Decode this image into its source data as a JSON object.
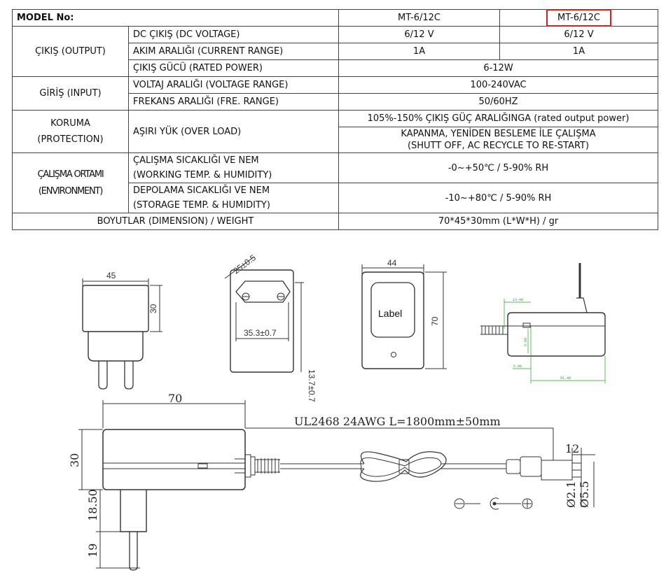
{
  "table": {
    "model_label": "MODEL No:",
    "model_a": "MT-6/12C",
    "model_b": "MT-6/12C",
    "output": {
      "group": "ÇIKIŞ (OUTPUT)",
      "dc_voltage": {
        "label": "DC ÇIKIŞ (DC VOLTAGE)",
        "a": "6/12 V",
        "b": "6/12 V"
      },
      "current": {
        "label": "AKIM ARALIĞI (CURRENT RANGE)",
        "a": "1A",
        "b": "1A"
      },
      "power": {
        "label": "ÇIKIŞ GÜCÜ (RATED POWER)",
        "value": "6-12W"
      }
    },
    "input": {
      "group": "GİRİŞ (INPUT)",
      "voltage": {
        "label": "VOLTAJ ARALIĞI (VOLTAGE RANGE)",
        "value": "100-240VAC"
      },
      "freq": {
        "label": "FREKANS ARALIĞI (FRE. RANGE)",
        "value": "50/60HZ"
      }
    },
    "protection": {
      "group_line1": "KORUMA",
      "group_line2": "(PROTECTION)",
      "label": "AŞIRI YÜK (OVER LOAD)",
      "value1": "105%-150% ÇIKIŞ GÜÇ ARALIĞINGA (rated output power)",
      "value2_line1": "KAPANMA, YENİDEN BESLEME İLE ÇALIŞMA",
      "value2_line2": "(SHUTT OFF, AC RECYCLE TO RE-START)"
    },
    "environment": {
      "group_line1": "ÇALIŞMA ORTAMI",
      "group_line2": "(ENVIRONMENT)",
      "working": {
        "line1": "ÇALIŞMA SICAKLIĞI VE NEM",
        "line2": "(WORKING TEMP. & HUMIDITY)",
        "value": "-0~+50℃ / 5-90% RH"
      },
      "storage": {
        "line1": "DEPOLAMA SICAKLIĞI VE NEM",
        "line2": "(STORAGE TEMP. & HUMIDITY)",
        "value": "-10~+80℃ / 5-90% RH"
      }
    },
    "dimension": {
      "label": "BOYUTLAR (DIMENSION) / WEIGHT",
      "value": "70*45*30mm (L*W*H) / gr"
    }
  },
  "drawings": {
    "front": {
      "width": "45",
      "height": "30"
    },
    "pins": {
      "spacing": "25±0.5",
      "width": "35.3±0.7",
      "height": "13.7±0.7"
    },
    "top": {
      "width": "44",
      "height": "70",
      "label": "Label"
    },
    "side": {
      "d1": "13.40",
      "d2": "5.00",
      "d3": "5.00",
      "d4": "51.40"
    },
    "main": {
      "length": "70",
      "height": "30",
      "plug_h1": "18.50",
      "plug_h2": "19",
      "cable": "UL2468   24AWG   L=1800mm±50mm",
      "tip_len": "12",
      "inner_d": "Ø2.1",
      "outer_d": "Ø5.5"
    }
  }
}
